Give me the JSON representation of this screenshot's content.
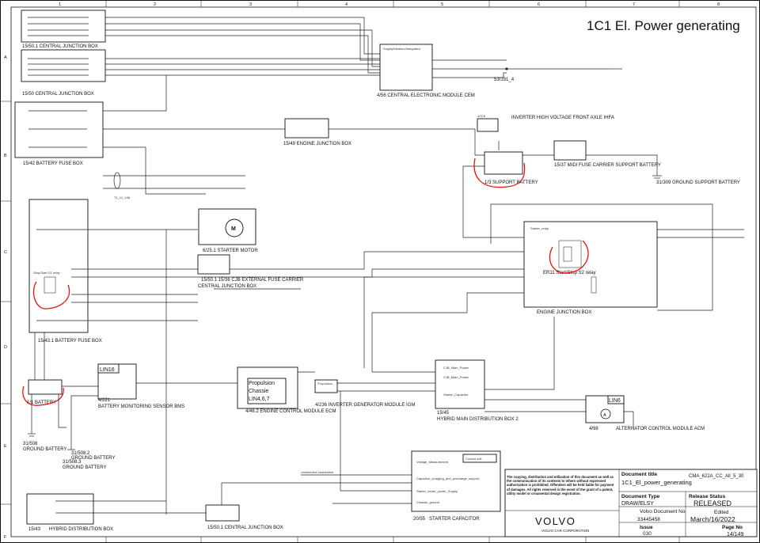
{
  "title": "1C1 El. Power generating",
  "grid": {
    "columns": [
      "1",
      "2",
      "3",
      "4",
      "5",
      "6",
      "7",
      "8"
    ],
    "rows": [
      "A",
      "B",
      "C",
      "D",
      "E",
      "F"
    ]
  },
  "components": {
    "cjb_top": "15/50.1  CENTRAL JUNCTION BOX",
    "cjb_a": "15/50   CENTRAL JUNCTION BOX",
    "cem": "4/56   CENTRAL ELECTRONIC MODULE CEM",
    "conn_53": "53/191_4",
    "battery_fuse_b": "15/42   BATTERY FUSE BOX",
    "ejb_b": "15/49   ENGINE JUNCTION BOX",
    "inverter": "INVERTER HIGH VOLTAGE FRONT AXLE IHFA",
    "inverter_conn": "4/378",
    "support_battery": "1/3   SUPPORT BATTERY",
    "midi_fuse": "15/37   MIDI FUSE CARRIER SUPPORT BATTERY",
    "ground_support": "31/309   GROUND SUPPORT BATTERY",
    "starter_motor": "6/25.1   STARTER MOTOR",
    "motor_symbol": "M",
    "cjb_c": "15/50.1   15/36   CJB EXTERNAL FUSE CARRIER",
    "cjb_c2": "CENTRAL JUNCTION BOX",
    "relay_s1": "Stop/Start S1 relay",
    "battery_fuse_c": "15/43.1   BATTERY FUSE BOX",
    "relay_s2": "ER11 Start/Stop S2 relay",
    "ejb_c": "ENGINE JUNCTION BOX",
    "lin16": "LIN16",
    "battery": "1/1   BATTERY",
    "bms": "4/221",
    "bms2": "BATTERY MONITORING SENSOR BMS",
    "propulsion_line1": "Propulsion",
    "propulsion_line2": "Chassie",
    "propulsion_line3": "LIN4,6,7",
    "ecm": "4/46.2   ENGINE CONTROL MODULE ECM",
    "igm_box": "Propulsion",
    "igm": "4/236   INVERTER GENERATOR MODULE IGM",
    "hmdb": "15/45",
    "hmdb2": "HYBRID MAIN DISTRIBUTION BOX 2",
    "lin6": "LIN6",
    "acm_symbol": "A",
    "acm_num": "4/98",
    "acm": "ALTERNATOR CONTROL MODULE ACM",
    "ground_battery": "31/508",
    "ground_battery_lbl": "GROUND BATTERY",
    "ground_battery2": "31/508.2",
    "ground_battery2_lbl": "GROUND BATTERY",
    "ground_battery3": "31/508.3",
    "ground_battery3_lbl": "GROUND BATTERY",
    "hybrid_dist": "15/43",
    "hybrid_dist2": "HYBRID DISTRIBUTION BOX",
    "cjb_f": "15/50.1   CENTRAL JUNCTION BOX",
    "starter_cap": "20/55",
    "starter_cap2": "STARTER CAPACITOR",
    "control_unit": "Control unit",
    "cap_v": "Voltage_Measurement",
    "cap_pre": "Capacitor_charging_and_precharge_support",
    "cap_pwr": "Starter_motor_power_Supply",
    "cap_gnd": "Chassis_ground",
    "fuse_t1": "T1_11_138",
    "ejb_c_inner": "Starter_relay",
    "hmdb_f1": "CJB_Main_Power",
    "hmdb_f2": "CJB_Main_Power",
    "hmdb_f3": "Starter_Capacitor",
    "cem_line1": "Supply/Medium/Integrated",
    "unshielded": "Unshielded Unshielded"
  },
  "titleblock": {
    "copyright": "The copying, distribution and utilization of this document as well as the communication of its contents to others without expressed authorization is prohibited. Offenders will be held liable for payment of damages. All rights reserved in the event of the grant of a patent, utility model or ornamental design registration.",
    "brand": "VOLVO",
    "corporation": "VOLVO CAR CORPORATION",
    "doc_title_label": "Document title",
    "doc_title": "1C1_El_power_generating",
    "doc_code": "CMA_622A_CC_All_5_30",
    "doc_type_label": "Document Type",
    "doc_type": "DRAW/ELSY",
    "release_label": "Release Status",
    "release": "RELEASED",
    "volvo_no_label": "Volvo Document No",
    "volvo_no": "33445458",
    "edited_label": "Edited",
    "edited": "March/16/2022",
    "issue_label": "Issue",
    "issue": "030",
    "page_label": "Page No",
    "page": "14/149"
  }
}
